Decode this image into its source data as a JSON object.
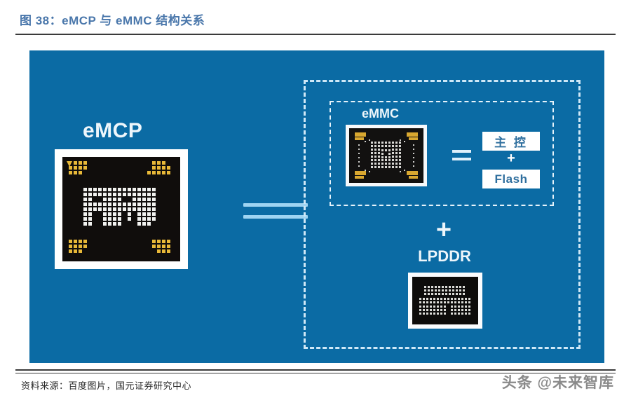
{
  "figure": {
    "title": "图 38：eMCP 与 eMMC 结构关系",
    "source_note": "资料来源：百度图片，国元证券研究中心",
    "watermark": "头条 @未来智库"
  },
  "diagram": {
    "background_color": "#0b6ba4",
    "left_block": {
      "label": "eMCP",
      "chip_name": "emcp-chip"
    },
    "relation_operator": "=",
    "group": {
      "emmc_block": {
        "label": "eMMC",
        "chip_name": "emmc-chip",
        "equals": "=",
        "composition": [
          "主 控",
          "+",
          "Flash"
        ]
      },
      "join_operator": "+",
      "lpddr_block": {
        "label": "LPDDR",
        "chip_name": "lpddr-chip"
      }
    }
  },
  "colors": {
    "title_blue": "#4a77ab",
    "panel_blue": "#0b6ba4",
    "dash_light": "#cfe8f7",
    "box_text_blue": "#2f6f9e",
    "chip_black": "#100d0c",
    "pad_gold": "#e8b838"
  }
}
